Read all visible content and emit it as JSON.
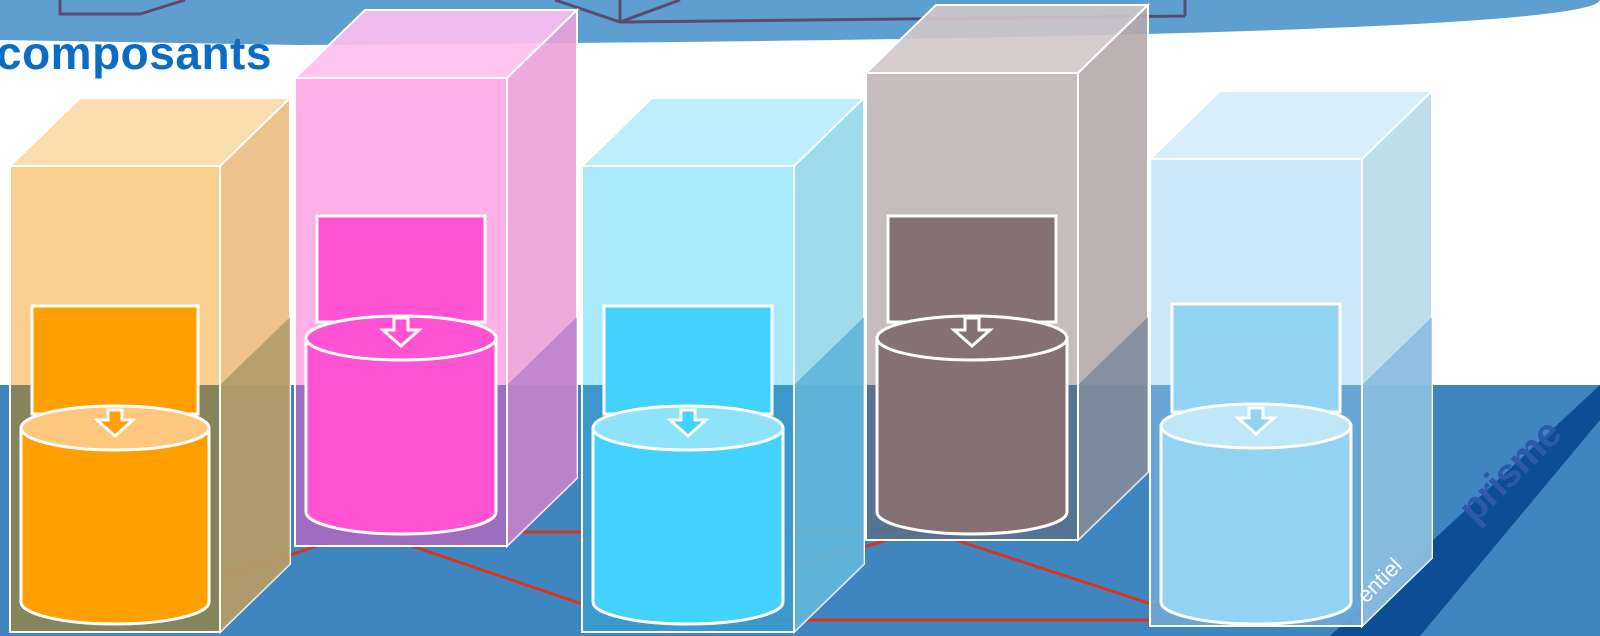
{
  "slide": {
    "title": "composants",
    "footer_text": "entiel",
    "logo_text": "prisme"
  },
  "colors": {
    "floor": "#3f86c1",
    "top_band": "#5e9fd0",
    "dark_corner": "#0d4d93",
    "network_line": "#d7361c",
    "title": "#0b6cc4"
  },
  "components": [
    {
      "name": "orange",
      "box_face": "#f9cb86",
      "box_side": "#ebbd7e",
      "box_top": "#fbd9a5",
      "box_floor": "#8b8456",
      "rect": "#ff9f00",
      "cyl": "#ffa000",
      "cyl_top": "#ffc77d"
    },
    {
      "name": "pink",
      "box_face": "#ffa9e7",
      "box_side": "#eba1d6",
      "box_top": "#ffbfef",
      "box_floor": "#a36ac2",
      "rect": "#ff53d3",
      "cyl": "#ff53d3",
      "cyl_top": "#ff53d3"
    },
    {
      "name": "cyan",
      "box_face": "#a2e8fc",
      "box_side": "#93d7eb",
      "box_top": "#b6ecfd",
      "box_floor": "#3c9acc",
      "rect": "#43d2fc",
      "cyl": "#43d2fc",
      "cyl_top": "#8ee2fa"
    },
    {
      "name": "brown",
      "box_face": "#c1b6b8",
      "box_side": "#b5aaac",
      "box_top": "#d0c7c8",
      "box_floor": "#56728f",
      "rect": "#857174",
      "cyl": "#857174",
      "cyl_top": "#857174"
    },
    {
      "name": "light-blue",
      "box_face": "#c6e6f8",
      "box_side": "#b7dae8",
      "box_top": "#d4ecf9",
      "box_floor": "#6aa8d8",
      "rect": "#92d3f3",
      "cyl": "#92d3f3",
      "cyl_top": "#c0e7f8"
    }
  ]
}
